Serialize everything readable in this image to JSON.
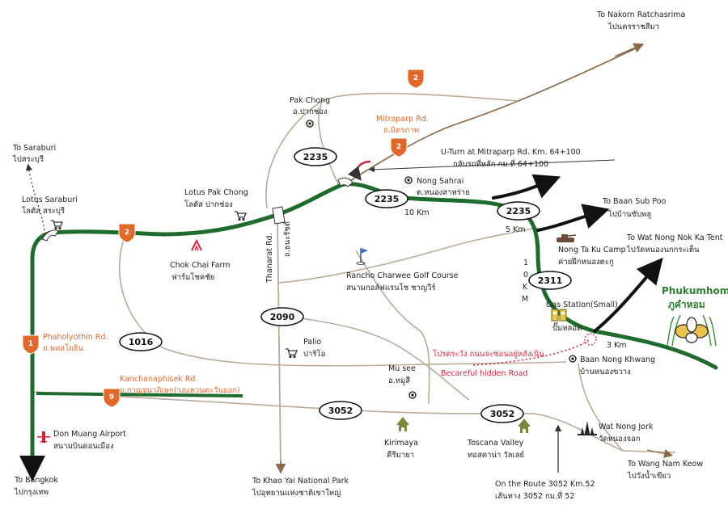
{
  "colors": {
    "main_road": "#1f6b2e",
    "minor_road": "#b9ab98",
    "accent": "#e0682a",
    "warning": "#d0243b",
    "black": "#111111"
  },
  "destinations": {
    "nakorn_en": "To Nakorn Ratchasrima",
    "nakorn_th": "ไปนครราชสีมา",
    "saraburi_en": "To Saraburi",
    "saraburi_th": "ไปสระบุรี",
    "bangkok_en": "To Bangkok",
    "bangkok_th": "ไปกรุงเทพ",
    "khaoyai_en": "To Khao Yai National Park",
    "khaoyai_th": "ไปอุทยานแห่งชาติเขาใหญ่",
    "subpoo_en": "To Baan Sub Poo",
    "subpoo_th": "ไปบ้านซับพลู",
    "noknaka_en": "To Wat Nong Nok Ka Tent",
    "noknaka_th": "ไปวัดหนองนกกระเต็น",
    "wangnamkeow_en": "To Wang Nam Keow",
    "wangnamkeow_th": "ไปวังน้ำเขียว"
  },
  "places": {
    "pakchong_en": "Pak Chong",
    "pakchong_th": "อ.ปากช่อง",
    "mitraparp_en": "Mitraparp Rd.",
    "mitraparp_th": "ถ.มิตรภาพ",
    "uturn_en": "U-Turn at Mitraparp Rd. Km. 64+100",
    "uturn_th": "กลับรถที่หลัก กม.ที่ 64+100",
    "nongsahrai_en": "Nong Sahrai",
    "nongsahrai_th": "ต.หนองสาหร่าย",
    "lotus_saraburi_en": "Lotus Saraburi",
    "lotus_saraburi_th": "โลตัส สระบุรี",
    "lotus_pakchong_en": "Lotus Pak Chong",
    "lotus_pakchong_th": "โลตัส ปากช่อง",
    "chokchai_en": "Chok Chai Farm",
    "chokchai_th": "ฟาร์มโชคชัย",
    "thanarat_en": "Thanarat Rd.",
    "thanarat_th": "ถ.ธนะรัชต์",
    "rancho_en": "Rancho Charwee Golf Course",
    "rancho_th": "สนามกอล์ฟแรนโช ชาญวีร์",
    "nongtaku_en": "Nong Ta Ku Camp",
    "nongtaku_th": "ค่ายฝึกหนองตะกู",
    "km10": "10 Km",
    "km5": "5 Km",
    "km3": "3 Km",
    "vertical_km_1": "1",
    "vertical_km_2": "0",
    "vertical_km_3": "K",
    "vertical_km_4": "M",
    "gas_en": "Gas Station(Small)",
    "gas_th": "ปั๊มหลอด",
    "phaholyothin_en": "Phaholyothin Rd.",
    "phaholyothin_th": "ถ.พหลโยธิน",
    "palio_en": "Palio",
    "palio_th": "ปาริโอ",
    "careful_th": "โปรดระวัง ถนนจะซ่อนอยู่หลังเนิน",
    "careful_en": "Becareful hidden Road",
    "musee_en": "Mu see",
    "musee_th": "อ.หมูสี",
    "nongkhwang_en": "Baan Nong Khwang",
    "nongkhwang_th": "บ้านหนองขวาง",
    "kanchana_en": "Kanchanaphisek Rd.",
    "kanchana_th": "ถ.กาญจนาภิเษก(วงแหวนตะวันออก)",
    "donmuang_en": "Don Muang Airport",
    "donmuang_th": "สนามบินดอนเมือง",
    "kirimaya_en": "Kirimaya",
    "kirimaya_th": "คีรีมายา",
    "toscana_en": "Toscana Valley",
    "toscana_th": "ทอสคาน่า วัลเลย์",
    "watnongjork_en": "Wat Nong Jork",
    "watnongjork_th": "วัดหนองจอก",
    "route3052_en": "On the Route 3052 Km.52",
    "route3052_th": "เส้นทาง 3052 กม.ที่ 52"
  },
  "brand": {
    "name_en": "Phukumhom",
    "name_th": "ภูคำหอม"
  },
  "routes": {
    "r2235_a": "2235",
    "r2235_b": "2235",
    "r2235_c": "2235",
    "r2311": "2311",
    "r2090": "2090",
    "r1016": "1016",
    "r3052_a": "3052",
    "r3052_b": "3052"
  },
  "shields": {
    "s2_top": "2",
    "s2_mitraparp": "2",
    "s2_west": "2",
    "s1": "1",
    "s9": "9"
  }
}
